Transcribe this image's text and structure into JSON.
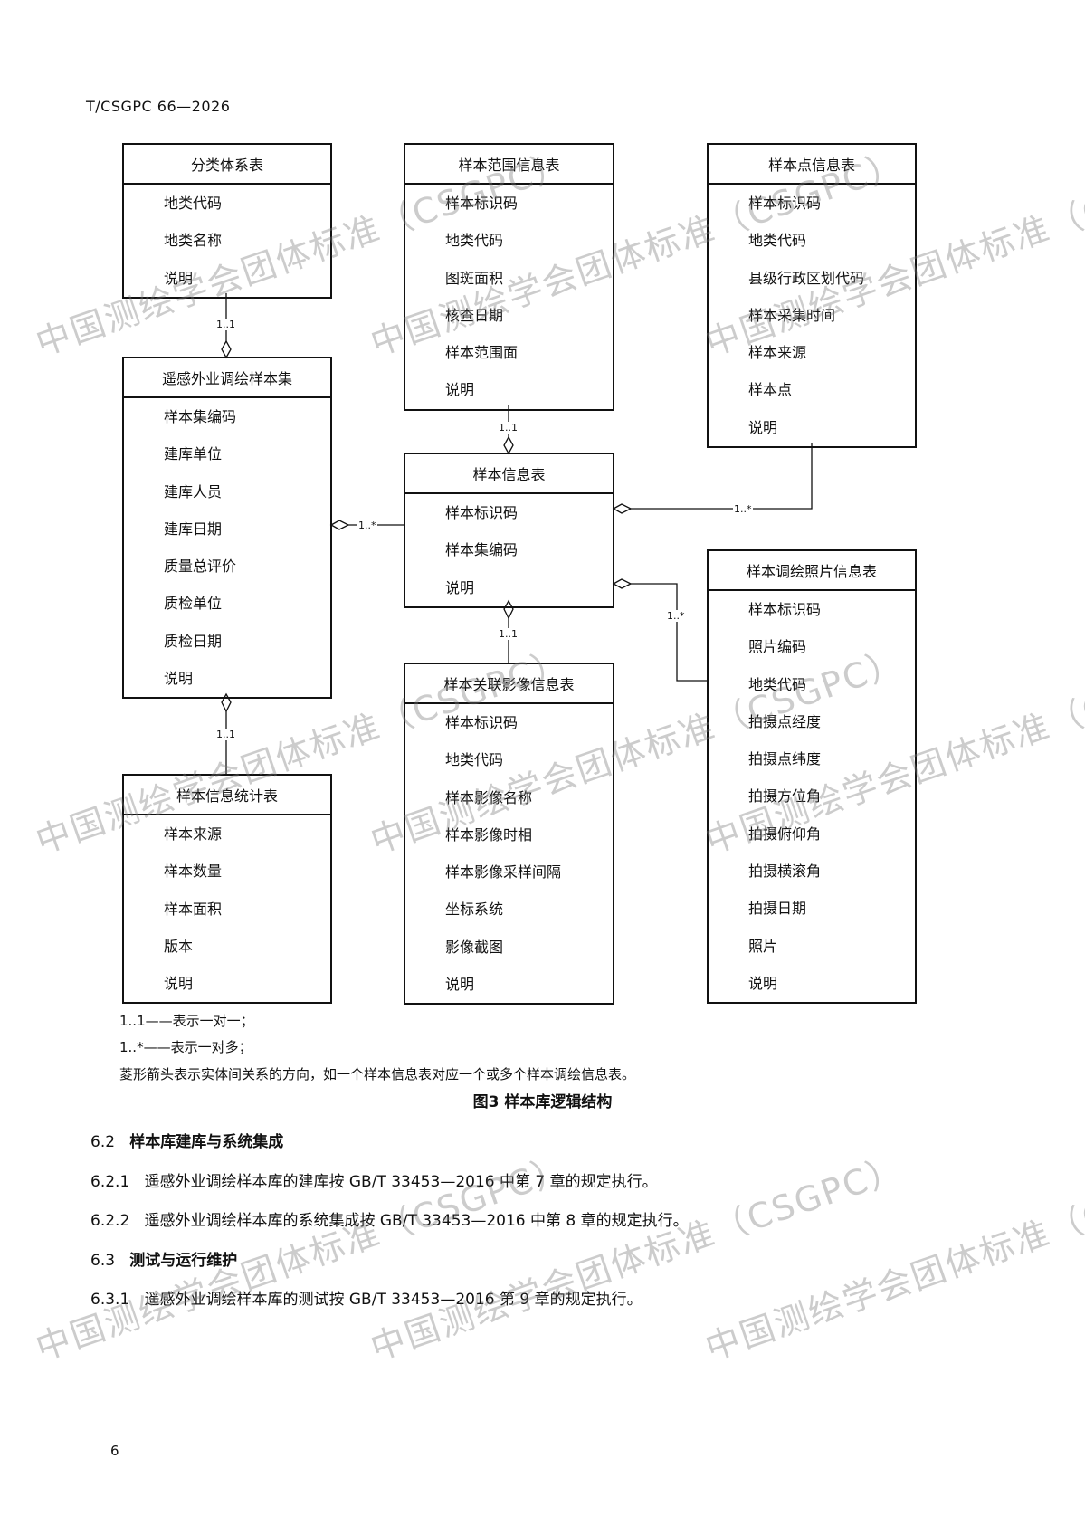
{
  "header": "T/CSGPC 66—2026",
  "watermark": "中国测绘学会团体标准（CSGPC）",
  "boxes": [
    {
      "id": "classification",
      "title": "分类体系表",
      "fields": [
        "地类代码",
        "地类名称",
        "说明"
      ]
    },
    {
      "id": "sample-extent",
      "title": "样本范围信息表",
      "fields": [
        "样本标识码",
        "地类代码",
        "图斑面积",
        "核查日期",
        "样本范围面",
        "说明"
      ]
    },
    {
      "id": "sample-point",
      "title": "样本点信息表",
      "fields": [
        "样本标识码",
        "地类代码",
        "县级行政区划代码",
        "样本采集时间",
        "样本来源",
        "样本点",
        "说明"
      ]
    },
    {
      "id": "sample-set",
      "title": "遥感外业调绘样本集",
      "fields": [
        "样本集编码",
        "建库单位",
        "建库人员",
        "建库日期",
        "质量总评价",
        "质检单位",
        "质检日期",
        "说明"
      ]
    },
    {
      "id": "sample-info",
      "title": "样本信息表",
      "fields": [
        "样本标识码",
        "样本集编码",
        "说明"
      ]
    },
    {
      "id": "survey-photo",
      "title": "样本调绘照片信息表",
      "fields": [
        "样本标识码",
        "照片编码",
        "地类代码",
        "拍摄点经度",
        "拍摄点纬度",
        "拍摄方位角",
        "拍摄俯仰角",
        "拍摄横滚角",
        "拍摄日期",
        "照片",
        "说明"
      ]
    },
    {
      "id": "related-image",
      "title": "样本关联影像信息表",
      "fields": [
        "样本标识码",
        "地类代码",
        "样本影像名称",
        "样本影像时相",
        "样本影像采样间隔",
        "坐标系统",
        "影像截图",
        "说明"
      ]
    },
    {
      "id": "statistics",
      "title": "样本信息统计表",
      "fields": [
        "样本来源",
        "样本数量",
        "样本面积",
        "版本",
        "说明"
      ]
    }
  ],
  "relations": [
    "1..1",
    "1..1",
    "1..*",
    "1..*",
    "1..*",
    "1..1",
    "1..1"
  ],
  "notes": [
    "1..1——表示一对一；",
    "1..*——表示一对多；",
    "菱形箭头表示实体间关系的方向，如一个样本信息表对应一个或多个样本调绘信息表。"
  ],
  "caption": "图3  样本库逻辑结构",
  "sections": [
    {
      "num": "6.2",
      "text": "样本库建库与系统集成",
      "heading": true
    },
    {
      "num": "6.2.1",
      "text": "遥感外业调绘样本库的建库按 GB/T 33453—2016 中第 7 章的规定执行。"
    },
    {
      "num": "6.2.2",
      "text": "遥感外业调绘样本库的系统集成按 GB/T 33453—2016 中第 8 章的规定执行。"
    },
    {
      "num": "6.3",
      "text": "测试与运行维护",
      "heading": true
    },
    {
      "num": "6.3.1",
      "text": "遥感外业调绘样本库的测试按 GB/T 33453—2016 第 9 章的规定执行。"
    }
  ],
  "page_number": "6"
}
